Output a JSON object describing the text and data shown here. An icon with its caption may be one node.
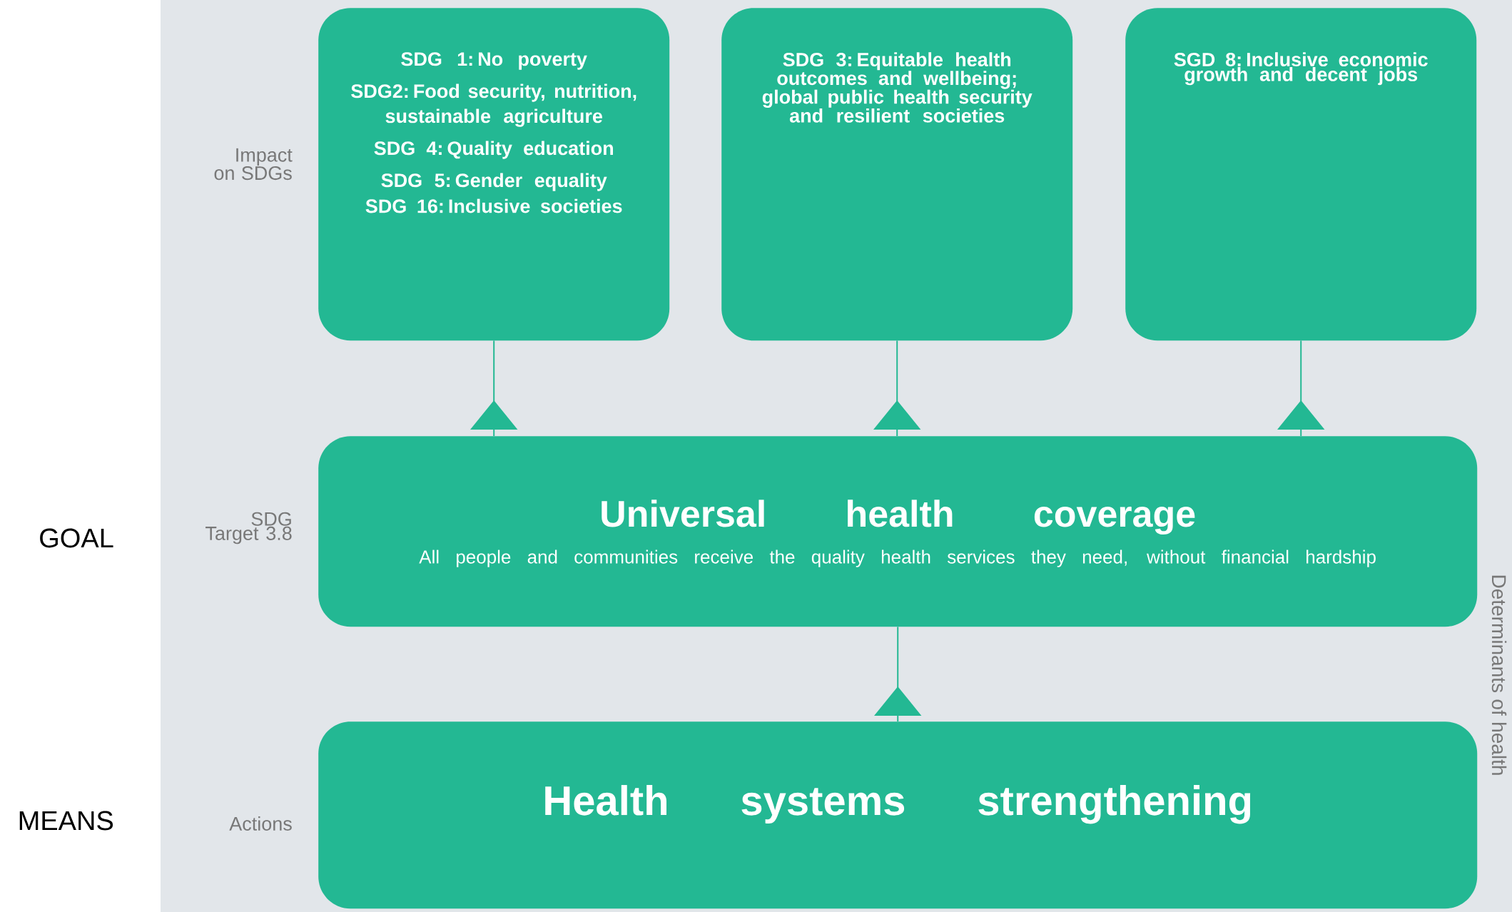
{
  "diagram": {
    "nodes": [
      {
        "text": [
          "SDG 1: No poverty",
          "SDG2: Food security, nutrition, sustainable agriculture",
          "SDG 4: Quality education",
          "SDG 5: Gender equality",
          "SDG 16: Inclusive societies"
        ]
      },
      {
        "text": [
          "SDG 3: Equitable health outcomes and wellbeing; global public health security and resilient societies"
        ]
      },
      {
        "text": [
          "SGD 8: Inclusive economic growth and decent jobs"
        ]
      },
      {
        "text": [
          "Universal health coverage",
          "All people and communities receive the quality health services they need, without financial hardship"
        ]
      },
      {
        "text": [
          "Health systems strengthening"
        ]
      }
    ],
    "edges": [
      {
        "from": 3,
        "to": 0,
        "arrow": "to"
      },
      {
        "from": 3,
        "to": 1,
        "arrow": "to"
      },
      {
        "from": 3,
        "to": 2,
        "arrow": "to"
      },
      {
        "from": 4,
        "to": 3,
        "arrow": "to"
      }
    ],
    "labels": [
      "Impact on SDGs",
      "GOAL",
      "SDG Target 3.8",
      "MEANS",
      "Actions",
      "Determinants of health"
    ]
  }
}
